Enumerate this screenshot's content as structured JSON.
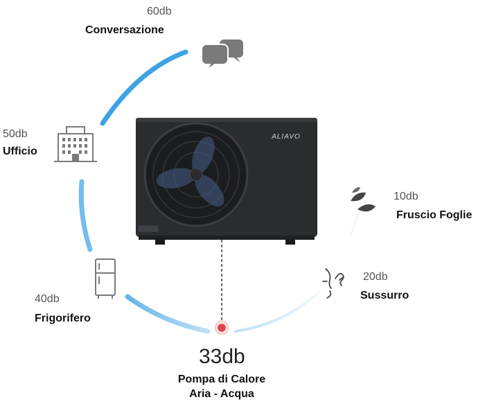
{
  "brand": "ALIAVO",
  "colors": {
    "arc": "#4aa8e6",
    "unit": "#2b2c2e",
    "marker": "#e0474c",
    "icon": "#7a7a7a"
  },
  "levels": [
    {
      "db": "60db",
      "label": "Conversazione",
      "icon": "speech-bubbles-icon"
    },
    {
      "db": "50db",
      "label": "Ufficio",
      "icon": "office-building-icon"
    },
    {
      "db": "40db",
      "label": "Frigorifero",
      "icon": "refrigerator-icon"
    },
    {
      "db": "20db",
      "label": "Sussurro",
      "icon": "whisper-icon"
    },
    {
      "db": "10db",
      "label": "Fruscio Foglie",
      "icon": "leaves-icon"
    }
  ],
  "heat_pump": {
    "db": "33db",
    "line1": "Pompa di Calore",
    "line2": "Aria - Acqua"
  }
}
